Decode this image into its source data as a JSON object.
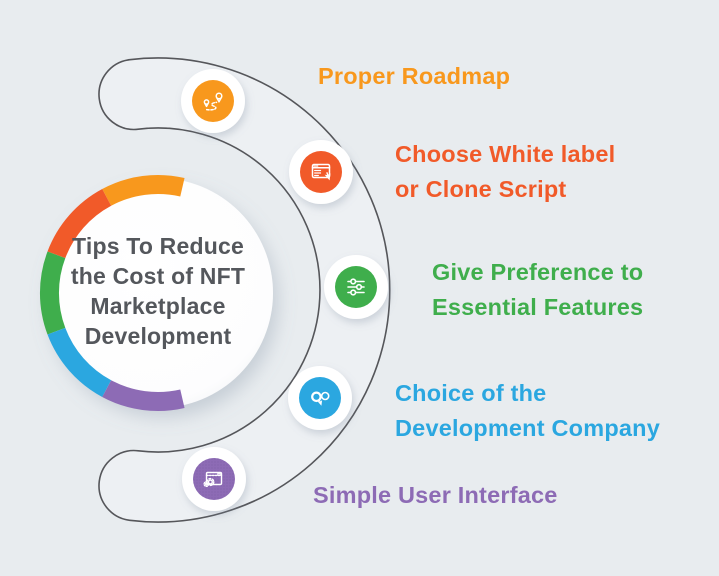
{
  "title": "Tips To Reduce the Cost of NFT Marketplace Development",
  "center": {
    "lines": [
      "Tips To Reduce",
      "the Cost of NFT",
      "Marketplace",
      "Development"
    ],
    "text_color": "#54575C"
  },
  "items": [
    {
      "id": "proper-roadmap",
      "lines": [
        "Proper Roadmap"
      ],
      "color": "#F8981D",
      "icon": "route-map-icon"
    },
    {
      "id": "white-label-or-clone",
      "lines": [
        "Choose White label",
        "or Clone Script"
      ],
      "color": "#F15A29",
      "icon": "browser-click-icon"
    },
    {
      "id": "essential-features",
      "lines": [
        "Give Preference to",
        "Essential Features"
      ],
      "color": "#3FAE4C",
      "icon": "sliders-icon"
    },
    {
      "id": "development-company",
      "lines": [
        "Choice of the",
        "Development Company"
      ],
      "color": "#2BA7E0",
      "icon": "option-select-icon"
    },
    {
      "id": "simple-user-interface",
      "lines": [
        "Simple User Interface"
      ],
      "color": "#8D6BB5",
      "icon": "ui-window-gear-icon"
    }
  ],
  "colors": {
    "background": "#E8ECEF",
    "band_fill": "#EDF0F3",
    "band_outline": "#55565A",
    "circle_fill": "#FFFFFF"
  }
}
